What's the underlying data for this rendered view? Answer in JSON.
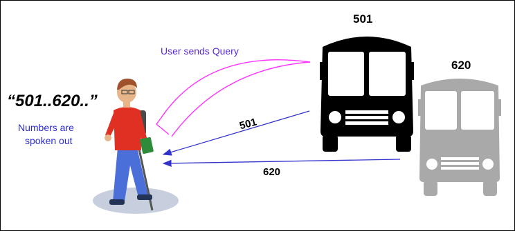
{
  "diagram": {
    "bus_primary": {
      "number": "501",
      "color": "#000000"
    },
    "bus_secondary": {
      "number": "620",
      "color": "#a9a9a9"
    },
    "query_label": "User sends Query",
    "spoken_quote": "“501..620..”",
    "spoken_note_line1": "Numbers are",
    "spoken_note_line2": "spoken out",
    "arrow_501_label": "501",
    "arrow_620_label": "620",
    "colors": {
      "query_arrow": "#ff33ff",
      "response_arrow": "#3333cc",
      "query_text": "#5a2bd8",
      "note_text": "#2c2cd0"
    }
  }
}
